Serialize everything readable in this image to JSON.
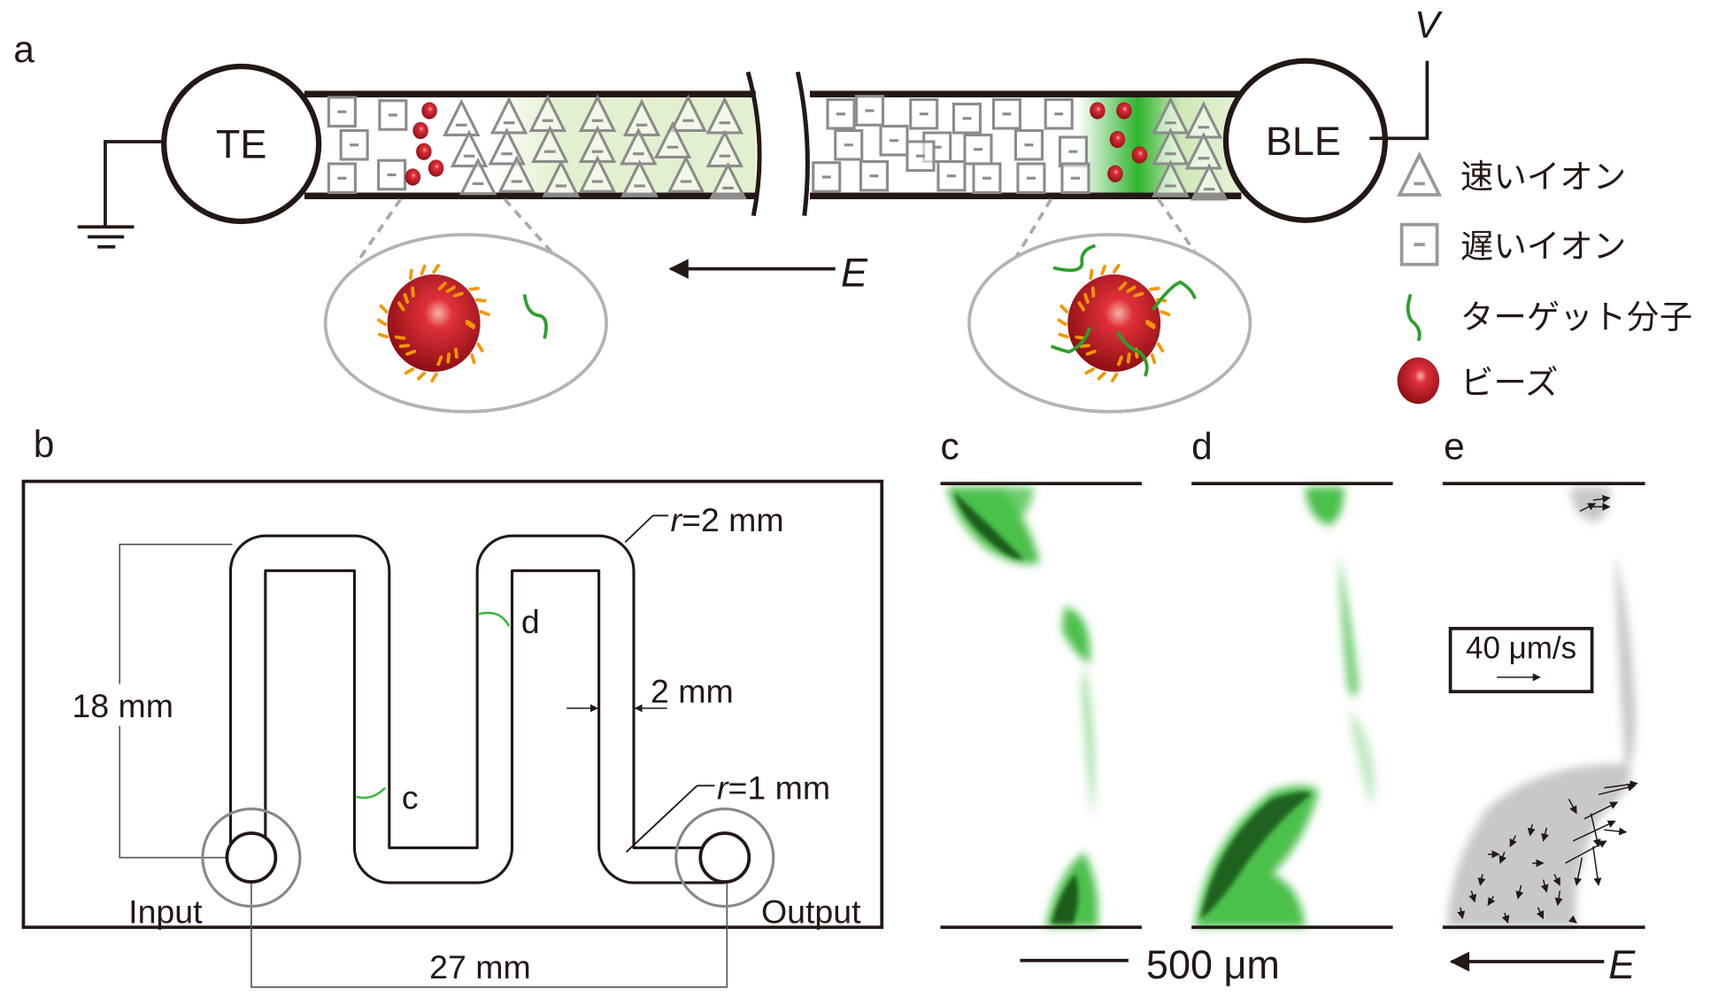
{
  "panel_a": {
    "label": "a",
    "left_electrode": "TE",
    "right_electrode": "BLE",
    "voltage_label": "V",
    "field_label": "E",
    "legend": [
      {
        "icon": "triangle-ion-icon",
        "label": "速いイオン"
      },
      {
        "icon": "square-ion-icon",
        "label": "遅いイオン"
      },
      {
        "icon": "target-molecule-icon",
        "label": "ターゲット分子"
      },
      {
        "icon": "bead-icon",
        "label": "ビーズ"
      }
    ],
    "colors": {
      "bead": "#c4161c",
      "target": "#2ca02c",
      "probe": "#f39800",
      "ion": "#8c8c8c",
      "green_zone": "#2fb52f"
    }
  },
  "panel_b": {
    "label": "b",
    "marker_c": "c",
    "marker_d": "d",
    "dim_height": "18 mm",
    "dim_width": "27 mm",
    "dim_channel": "2 mm",
    "outer_radius": "=2 mm",
    "inner_radius": "=1 mm",
    "radius_symbol": "r",
    "input_label": "Input",
    "output_label": "Output"
  },
  "panel_c": {
    "label": "c"
  },
  "panel_d": {
    "label": "d"
  },
  "panel_e": {
    "label": "e",
    "velocity_scale": "40 μm/s",
    "field_label": "E"
  },
  "scale_bar": "500 μm"
}
